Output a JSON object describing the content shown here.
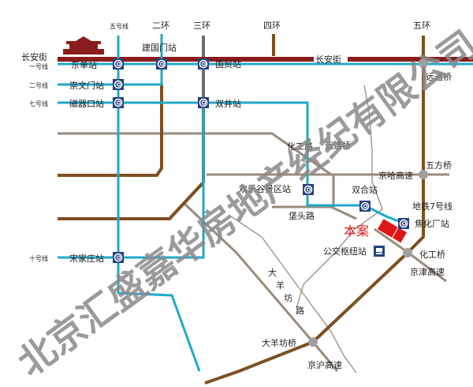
{
  "colors": {
    "ring": "#7e4f22",
    "metro": "#20a9c9",
    "changan": "#8a1c1c",
    "road": "#9a8b7c",
    "station": "#27407f",
    "bridge": "#a0a0a0",
    "project": "#e01515",
    "watermark": "#8a8a8a"
  },
  "rings": {
    "second": "二环",
    "third": "三环",
    "fourth": "四环",
    "fifth": "五环"
  },
  "lines": {
    "line5": "五号线",
    "line1": "一号线",
    "line2": "二号线",
    "line7": "七号线",
    "line10": "十号线",
    "metro7": "地铁7号线"
  },
  "streets": {
    "changan_left": "长安街",
    "changan_right": "长安街",
    "huagong": "化工路",
    "fatou": "垡头路",
    "dayangfang": [
      "大",
      "羊",
      "坊",
      "路"
    ]
  },
  "stations": {
    "dongdan": "东单站",
    "jianguomen": "建国门站",
    "guomao": "国贸站",
    "chongwenmen": "崇文门站",
    "ciqikou": "磁器口站",
    "shuangjing": "双井站",
    "songjiazhuang": "宋家庄站",
    "huanlegu": "欢乐谷景区站",
    "shuanghe": "双合站",
    "jiaohuachang": "焦化厂站",
    "bus_hub": "公交枢纽站"
  },
  "bridges": {
    "yuantong": "远通桥",
    "yuantong2": "远通桥",
    "wufang": "五方桥",
    "huagong": "化工桥",
    "dayangfang": "大羊坊桥"
  },
  "highways": {
    "jingha": "京哈高速",
    "jingjin": "京津高速",
    "jinghu": "京沪高速"
  },
  "project": "本案",
  "icons": {
    "metro": "metro-c-icon",
    "bus": "bus-icon",
    "landmark": "tiananmen-icon"
  },
  "watermark": "北京汇盛嘉华房地产经纪有限公司"
}
